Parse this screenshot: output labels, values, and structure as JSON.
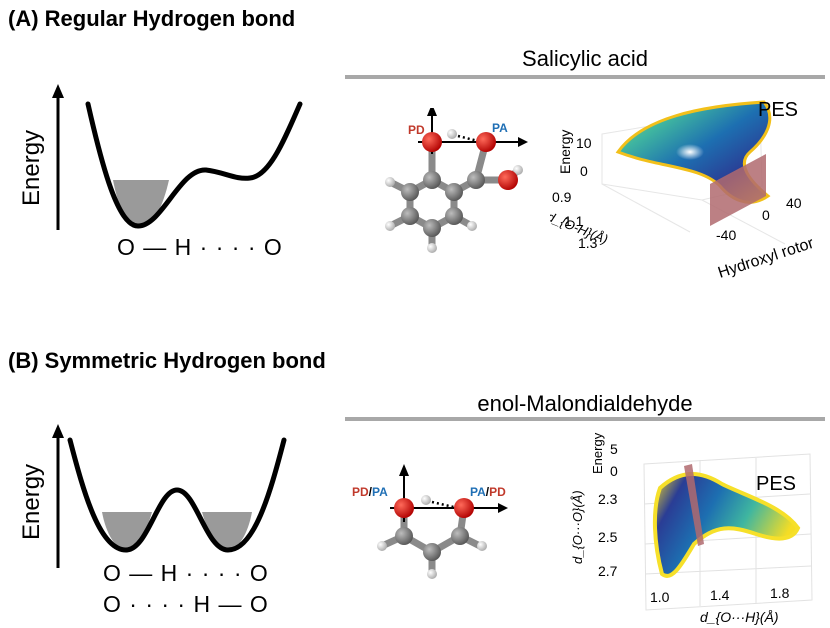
{
  "section_a": {
    "heading": "(A) Regular Hydrogen bond",
    "molecule_name": "Salicylic acid",
    "energy_axis_label": "Energy",
    "bond_diagram": "O — H · · · · O",
    "labels": {
      "donor": "PD",
      "acceptor": "PA"
    },
    "pes": {
      "title": "PES",
      "z_axis_label": "Energy",
      "z_ticks": [
        "10",
        "0"
      ],
      "y_axis_label": "d_{O-H}(Å)",
      "y_ticks": [
        "0.9",
        "1.1",
        "1.3"
      ],
      "x_axis_label": "Hydroxyl rotor",
      "x_ticks": [
        "-40",
        "0",
        "40"
      ]
    }
  },
  "section_b": {
    "heading": "(B) Symmetric Hydrogen bond",
    "molecule_name": "enol-Malondialdehyde",
    "energy_axis_label": "Energy",
    "bond_diagram_1": "O — H · · · · O",
    "bond_diagram_2": "O · · · · H — O",
    "labels": {
      "left_pd": "PD",
      "left_slash": "/",
      "left_pa": "PA",
      "right_pa": "PA",
      "right_slash": "/",
      "right_pd": "PD"
    },
    "pes": {
      "title": "PES",
      "z_axis_label": "Energy",
      "z_ticks": [
        "5",
        "0"
      ],
      "y_axis_label": "d_{O···O}(Å)",
      "y_ticks": [
        "2.3",
        "2.5",
        "2.7"
      ],
      "x_axis_label": "d_{O···H}(Å)",
      "x_ticks": [
        "1.0",
        "1.4",
        "1.8"
      ]
    }
  },
  "colors": {
    "pd_red": "#c0392b",
    "pa_blue": "#1f6fb5",
    "rule_gray": "#a8a8a8",
    "well_fill": "#9a9a9a",
    "plane": "#b06a6e"
  }
}
